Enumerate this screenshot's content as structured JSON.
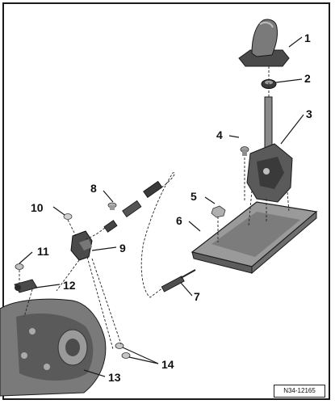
{
  "figure_ref": "N34-12165",
  "callouts": [
    {
      "id": "1",
      "label": "1"
    },
    {
      "id": "2",
      "label": "2"
    },
    {
      "id": "3",
      "label": "3"
    },
    {
      "id": "4",
      "label": "4"
    },
    {
      "id": "5",
      "label": "5"
    },
    {
      "id": "6",
      "label": "6"
    },
    {
      "id": "7",
      "label": "7"
    },
    {
      "id": "8",
      "label": "8"
    },
    {
      "id": "9",
      "label": "9"
    },
    {
      "id": "10",
      "label": "10"
    },
    {
      "id": "11",
      "label": "11"
    },
    {
      "id": "12",
      "label": "12"
    },
    {
      "id": "13",
      "label": "13"
    },
    {
      "id": "14",
      "label": "14"
    }
  ],
  "parts": [
    "selector-knob",
    "lock-ring",
    "selector-lever-assembly",
    "bolt",
    "nut",
    "selector-housing",
    "selector-cable-end",
    "cable-clip",
    "cable-bracket",
    "bracket-bolt",
    "lever-bolt",
    "gearbox-lever",
    "transmission",
    "bracket-bolts"
  ],
  "colors": {
    "line": "#1a1a1a",
    "part_dark": "#3a3a3a",
    "part_mid": "#6e6e6e",
    "part_light": "#a9a9a9",
    "frame": "#1a1a1a",
    "background": "#ffffff"
  }
}
